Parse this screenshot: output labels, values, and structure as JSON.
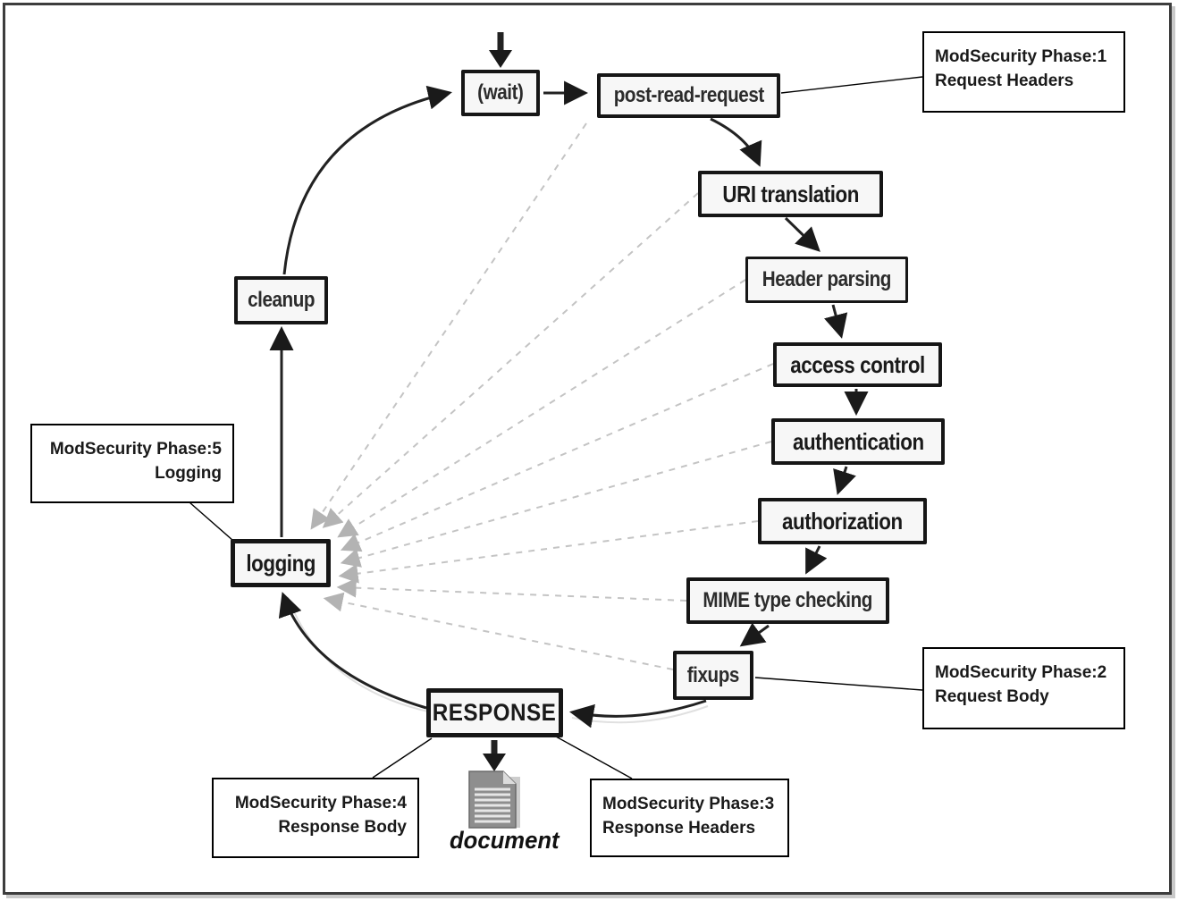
{
  "nodes": {
    "wait": "(wait)",
    "post_read_request": "post-read-request",
    "uri_translation": "URI translation",
    "header_parsing": "Header parsing",
    "access_control": "access control",
    "authentication": "authentication",
    "authorization": "authorization",
    "mime_type_checking": "MIME type checking",
    "fixups": "fixups",
    "response": "RESPONSE",
    "logging": "logging",
    "cleanup": "cleanup",
    "document": "document"
  },
  "annotations": {
    "phase1": {
      "line1": "ModSecurity Phase:1",
      "line2": "Request Headers"
    },
    "phase2": {
      "line1": "ModSecurity Phase:2",
      "line2": "Request Body"
    },
    "phase3": {
      "line1": "ModSecurity Phase:3",
      "line2": "Response Headers"
    },
    "phase4": {
      "line1": "ModSecurity Phase:4",
      "line2": "Response Body"
    },
    "phase5": {
      "line1": "ModSecurity Phase:5",
      "line2": "Logging"
    }
  },
  "colors": {
    "nodefill": "#f7f7f7",
    "nodeline": "#161616",
    "dashline": "#c4c4c4",
    "frame": "#3d3d3d",
    "docgray": "#8e8e8e"
  }
}
